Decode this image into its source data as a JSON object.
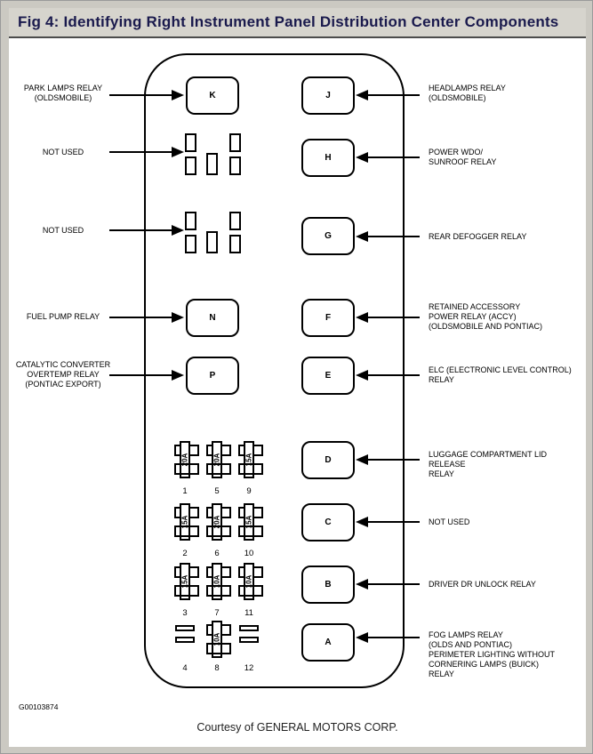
{
  "title": "Fig 4: Identifying Right Instrument Panel Distribution Center Components",
  "colors": {
    "titlebar_bg": "#d6d4cd",
    "title_text": "#1a1a4d",
    "frame": "#cbc9c2",
    "line": "#000000"
  },
  "diagram": {
    "relays": {
      "k": "K",
      "j": "J",
      "h": "H",
      "g": "G",
      "n": "N",
      "f": "F",
      "p": "P",
      "e": "E",
      "d": "D",
      "c": "C",
      "b": "B",
      "a": "A"
    },
    "labels_left": [
      {
        "text": "PARK LAMPS RELAY\n(OLDSMOBILE)"
      },
      {
        "text": "NOT USED"
      },
      {
        "text": "NOT USED"
      },
      {
        "text": "FUEL PUMP RELAY"
      },
      {
        "text": "CATALYTIC CONVERTER\nOVERTEMP RELAY\n(PONTIAC EXPORT)"
      }
    ],
    "labels_right": [
      {
        "text": "HEADLAMPS RELAY\n(OLDSMOBILE)"
      },
      {
        "text": "POWER WDO/\nSUNROOF RELAY"
      },
      {
        "text": "REAR DEFOGGER RELAY"
      },
      {
        "text": "RETAINED ACCESSORY\nPOWER RELAY (ACCY)\n(OLDSMOBILE AND PONTIAC)"
      },
      {
        "text": "ELC (ELECTRONIC LEVEL CONTROL)\nRELAY"
      },
      {
        "text": "LUGGAGE COMPARTMENT LID RELEASE\nRELAY"
      },
      {
        "text": "NOT USED"
      },
      {
        "text": "DRIVER DR UNLOCK RELAY"
      },
      {
        "text": "FOG LAMPS RELAY\n(OLDS AND PONTIAC)\nPERIMETER LIGHTING WITHOUT\nCORNERING LAMPS (BUICK)\nRELAY"
      }
    ],
    "fuses": [
      {
        "amp": "20A",
        "num": "1"
      },
      {
        "amp": "20A",
        "num": "5"
      },
      {
        "amp": "15A",
        "num": "9"
      },
      {
        "amp": "15A",
        "num": "2"
      },
      {
        "amp": "20A",
        "num": "6"
      },
      {
        "amp": "15A",
        "num": "10"
      },
      {
        "amp": "15A",
        "num": "3"
      },
      {
        "amp": "10A",
        "num": "7"
      },
      {
        "amp": "10A",
        "num": "11"
      },
      {
        "amp": "",
        "num": "4"
      },
      {
        "amp": "10A",
        "num": "8"
      },
      {
        "amp": "",
        "num": "12"
      }
    ]
  },
  "footer": {
    "code": "G00103874",
    "courtesy": "Courtesy of GENERAL MOTORS CORP."
  }
}
